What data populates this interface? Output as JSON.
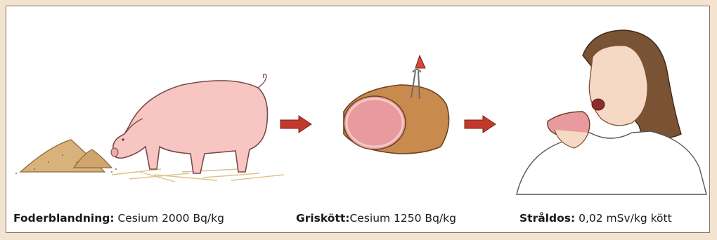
{
  "captions": [
    {
      "label": "Foderblandning:",
      "value": "Cesium 2000 Bq/kg"
    },
    {
      "label": "Griskött:",
      "value": "Cesium 1250 Bq/kg"
    },
    {
      "label": "Stråldos:",
      "value": "0,02 mSv/kg kött"
    }
  ],
  "colors": {
    "background": "#f3e3d1",
    "panel": "#ffffff",
    "arrow": "#c0392b",
    "pig": "#f7c6c2",
    "feed": "#d8b27a",
    "meat": "#e99a9f",
    "crust": "#c98a4e",
    "hair": "#7a5234"
  },
  "icons": [
    "feed-pile",
    "pig",
    "arrow-right",
    "roast-meat",
    "carving-fork",
    "arrow-right",
    "woman-eating"
  ]
}
